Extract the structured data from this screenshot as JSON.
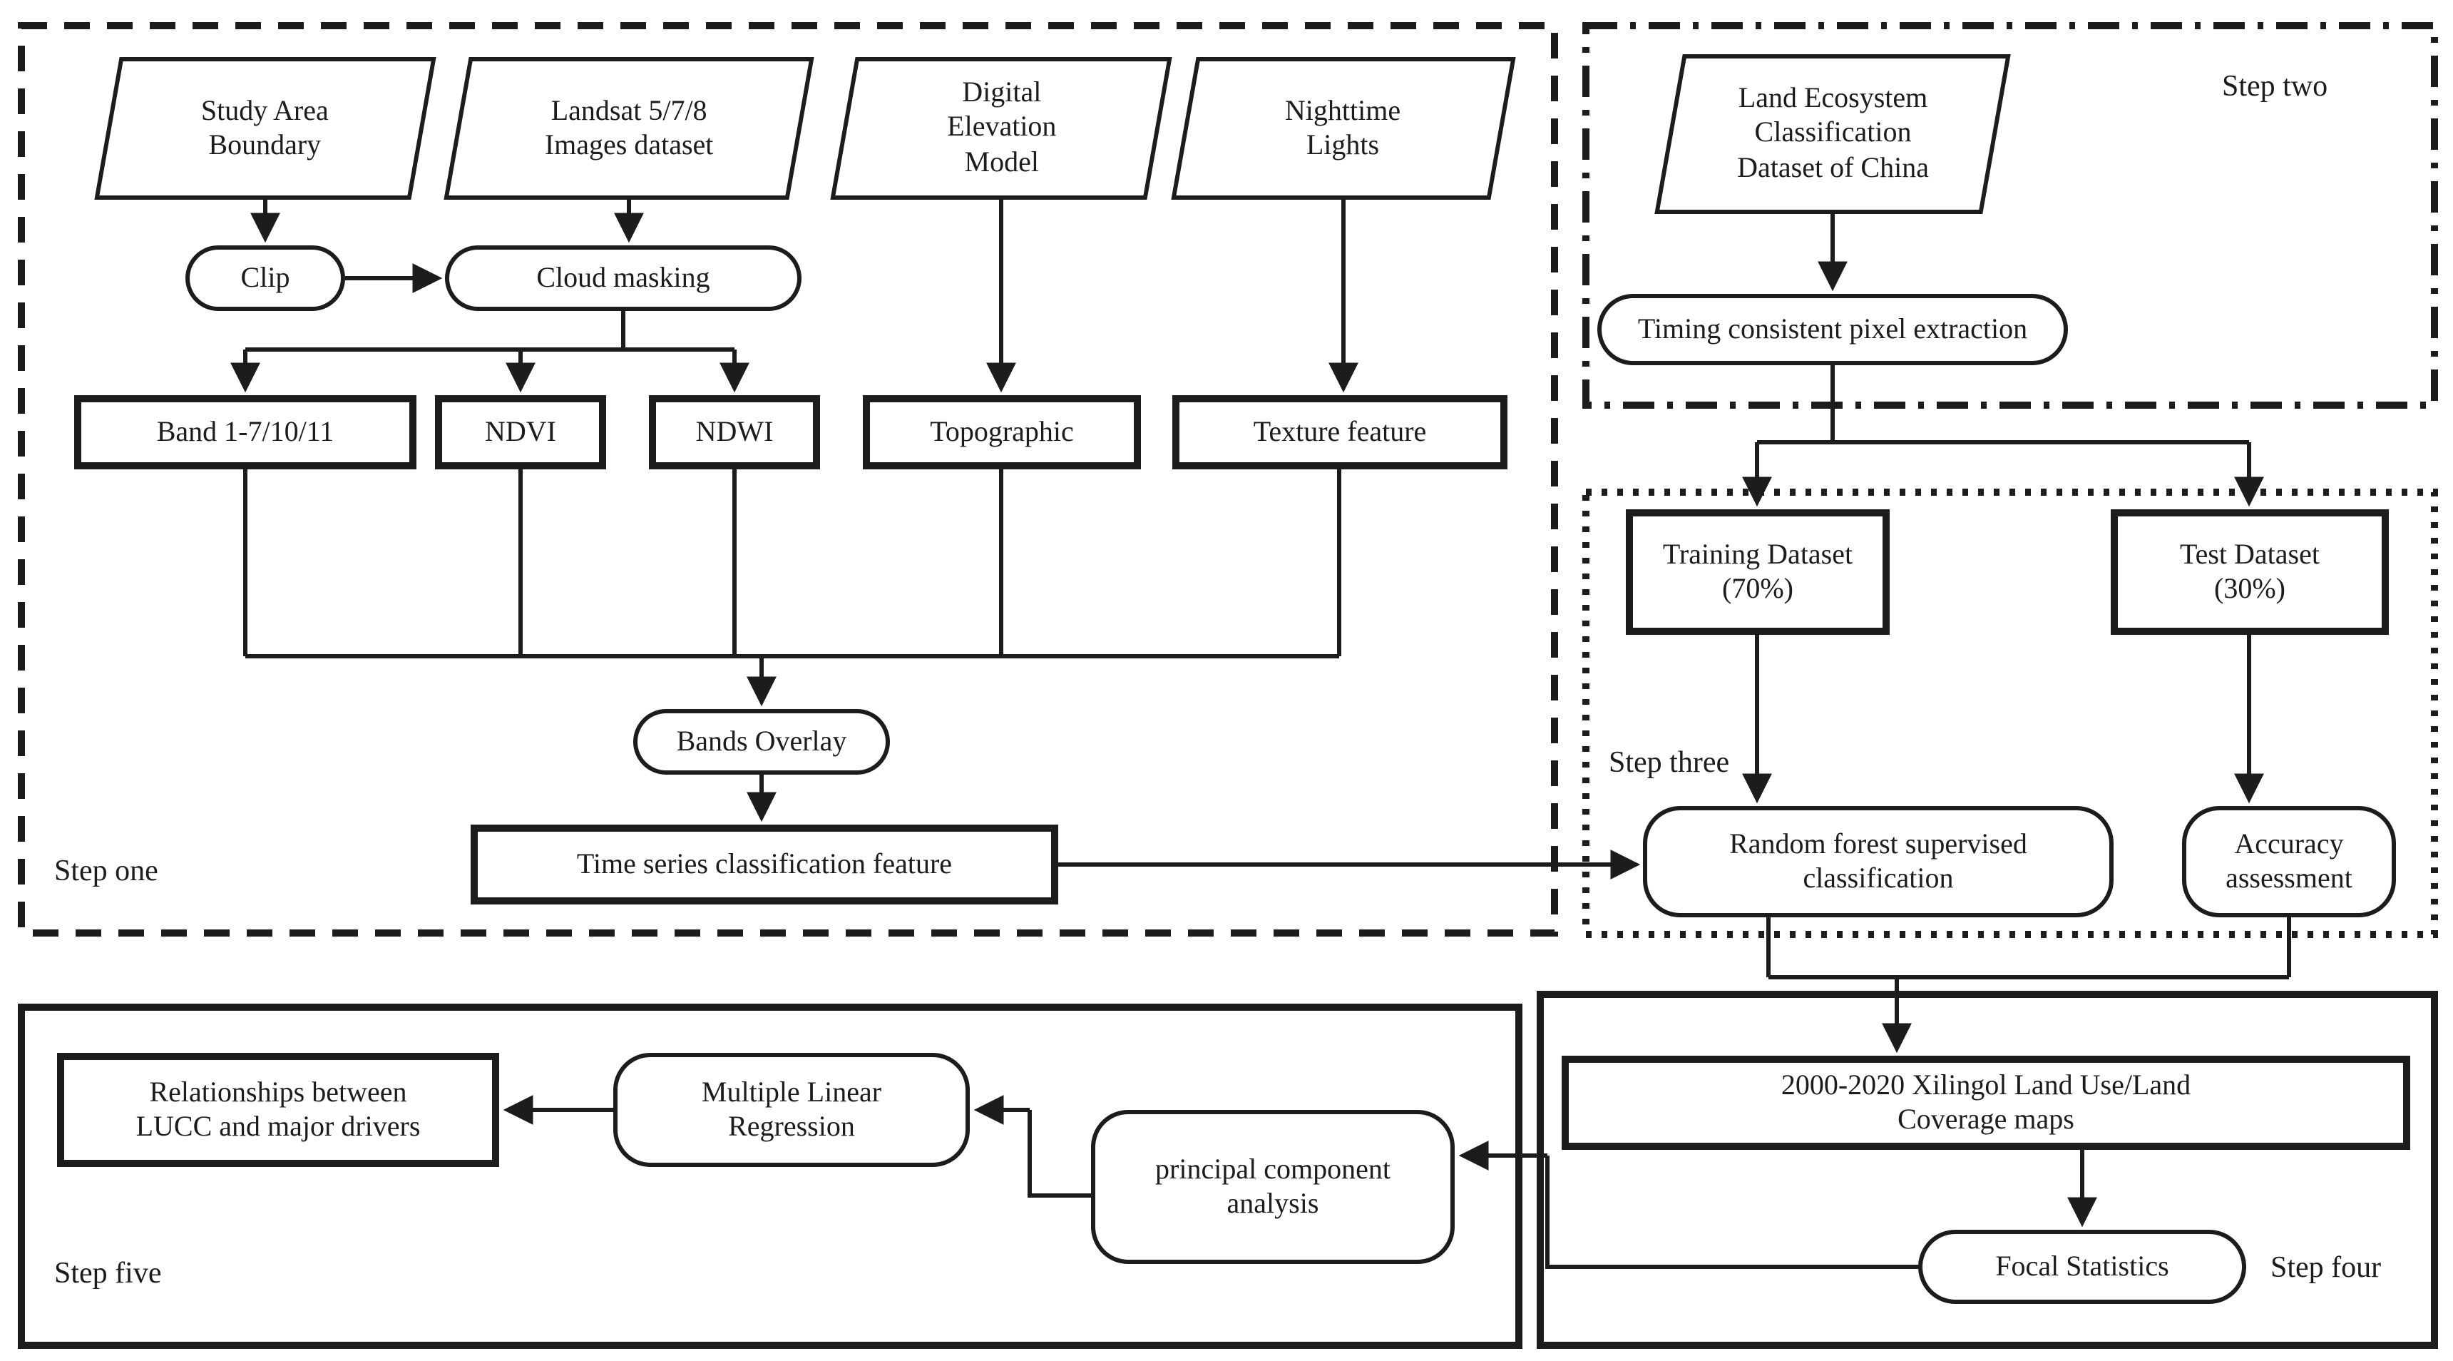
{
  "figure": {
    "type": "flowchart",
    "ink_color": "#1c1c1c",
    "background_color": "#ffffff"
  },
  "step_one": {
    "label": "Step one",
    "study_area_boundary": "Study Area\nBoundary",
    "landsat_dataset": "Landsat 5/7/8\nImages dataset",
    "digital_elevation_model": "Digital\nElevation\nModel",
    "nighttime_lights": "Nighttime\nLights",
    "clip": "Clip",
    "cloud_masking": "Cloud masking",
    "band": "Band 1-7/10/11",
    "ndvi": "NDVI",
    "ndwi": "NDWI",
    "topographic": "Topographic",
    "texture_feature": "Texture feature",
    "bands_overlay": "Bands Overlay",
    "time_series_feature": "Time series classification feature"
  },
  "step_two": {
    "label": "Step two",
    "land_ecosystem": "Land Ecosystem\nClassification\nDataset of China",
    "timing_extraction": "Timing consistent pixel extraction"
  },
  "step_three": {
    "label": "Step three",
    "training_dataset": "Training Dataset\n(70%)",
    "test_dataset": "Test Dataset\n(30%)",
    "random_forest": "Random forest supervised\nclassification",
    "accuracy_assessment": "Accuracy\nassessment"
  },
  "step_four": {
    "label": "Step four",
    "maps": "2000-2020 Xilingol Land Use/Land\nCoverage maps",
    "focal_statistics": "Focal Statistics"
  },
  "step_five": {
    "label": "Step five",
    "relationships": "Relationships between\nLUCC and major drivers",
    "multiple_linear_regression": "Multiple Linear\nRegression",
    "principal_component_analysis": "principal component\nanalysis"
  }
}
